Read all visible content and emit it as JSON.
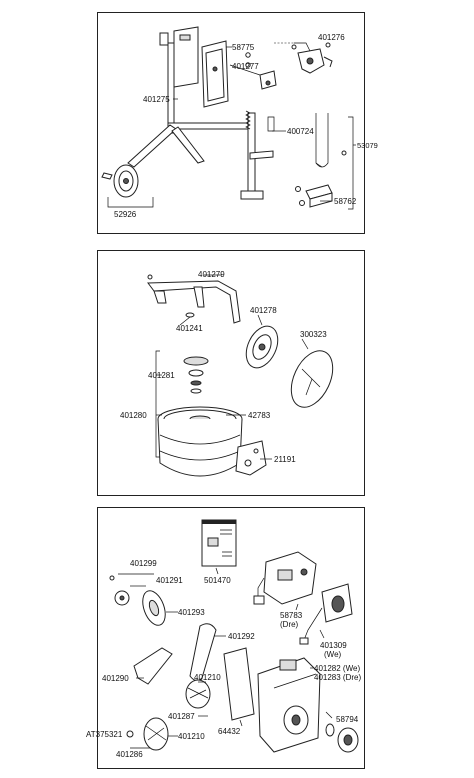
{
  "panels": [
    {
      "name": "frame",
      "labels": [
        "58775",
        "401276",
        "401277",
        "401275",
        "400724",
        "53079",
        "52926",
        "58762"
      ]
    },
    {
      "name": "drum",
      "labels": [
        "401279",
        "401278",
        "401241",
        "300323",
        "401281",
        "401280",
        "42783",
        "21191"
      ]
    },
    {
      "name": "motor",
      "labels": [
        "401299",
        "401291",
        "401293",
        "501470",
        "58783",
        "(Dre)",
        "401292",
        "401309",
        "(We)",
        "401290",
        "401282 (We)",
        "401283 (Dre)",
        "401210",
        "401287",
        "64432",
        "58794",
        "AT375321",
        "401210",
        "401286"
      ]
    }
  ]
}
